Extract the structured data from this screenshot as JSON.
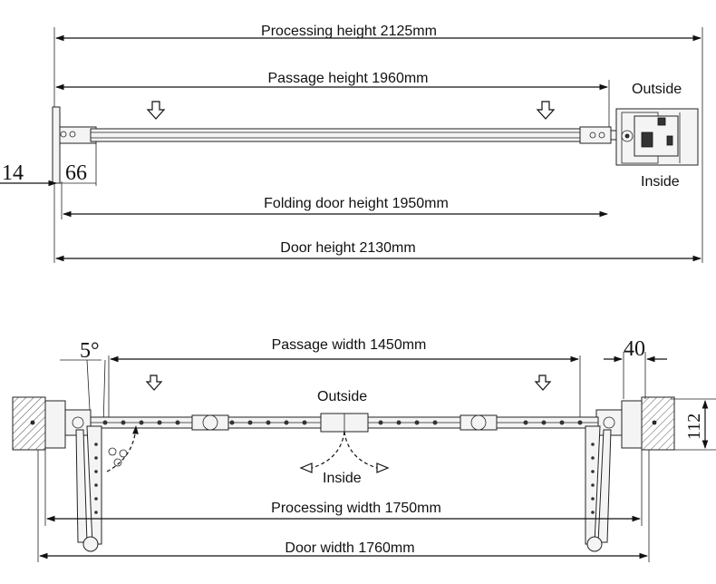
{
  "top_view": {
    "processing_height": "Processing height 2125mm",
    "passage_height": "Passage height 1960mm",
    "folding_door_height": "Folding door height 1950mm",
    "door_height": "Door height 2130mm",
    "outside": "Outside",
    "inside": "Inside",
    "dim_14": "14",
    "dim_66": "66"
  },
  "bottom_view": {
    "passage_width": "Passage width 1450mm",
    "processing_width": "Processing width 1750mm",
    "door_width": "Door width 1760mm",
    "outside": "Outside",
    "inside": "Inside",
    "angle": "5°",
    "dim_40": "40",
    "dim_112": "112"
  }
}
